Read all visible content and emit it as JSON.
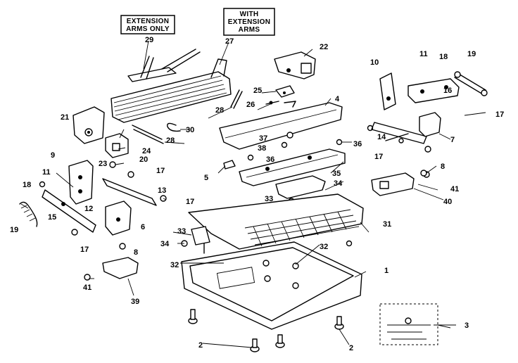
{
  "callouts": {
    "extension_only_line1": "EXTENSION",
    "extension_only_line2": "ARMS ONLY",
    "with_extension_line1": "WITH",
    "with_extension_line2": "EXTENSION",
    "with_extension_line3": "ARMS"
  },
  "part_labels": {
    "p1": "1",
    "p2a": "2",
    "p2b": "2",
    "p3": "3",
    "p4": "4",
    "p5": "5",
    "p6": "6",
    "p7": "7",
    "p8a": "8",
    "p8b": "8",
    "p9": "9",
    "p10": "10",
    "p11a": "11",
    "p11b": "11",
    "p12": "12",
    "p13": "13",
    "p14": "14",
    "p15": "15",
    "p16": "16",
    "p17a": "17",
    "p17b": "17",
    "p17c": "17",
    "p17d": "17",
    "p17e": "17",
    "p18a": "18",
    "p18b": "18",
    "p19a": "19",
    "p19b": "19",
    "p20": "20",
    "p21": "21",
    "p22": "22",
    "p23": "23",
    "p24": "24",
    "p25": "25",
    "p26": "26",
    "p27": "27",
    "p28a": "28",
    "p28b": "28",
    "p29": "29",
    "p30": "30",
    "p31": "31",
    "p32a": "32",
    "p32b": "32",
    "p33a": "33",
    "p33b": "33",
    "p34a": "34",
    "p34b": "34",
    "p35": "35",
    "p36a": "36",
    "p36b": "36",
    "p37": "37",
    "p38": "38",
    "p39": "39",
    "p40": "40",
    "p41a": "41",
    "p41b": "41"
  }
}
